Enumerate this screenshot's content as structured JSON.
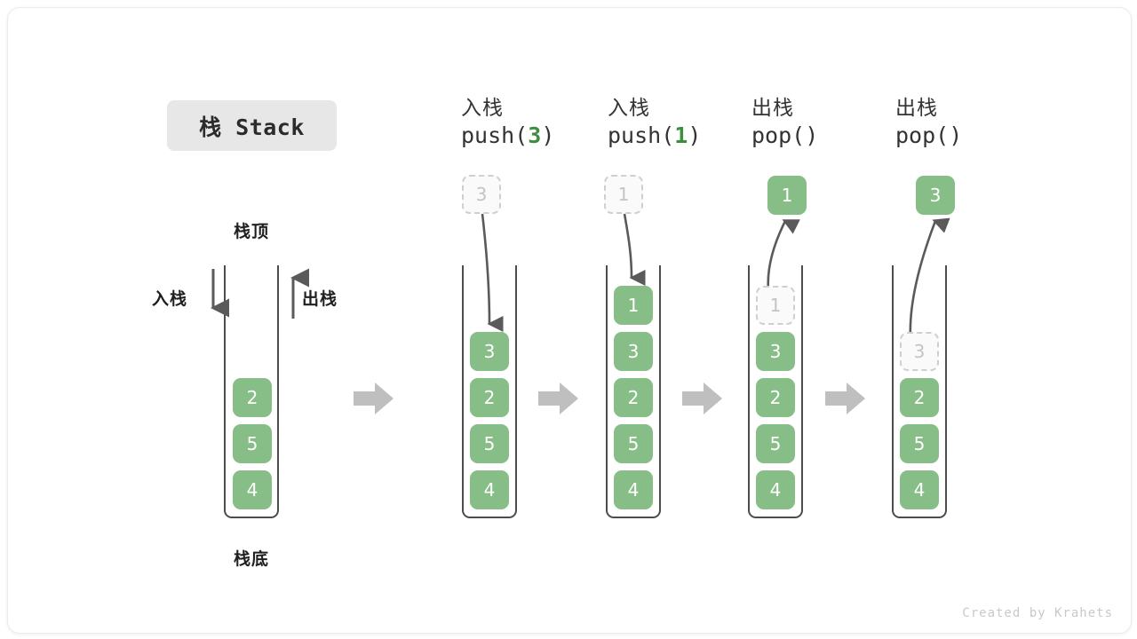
{
  "title": {
    "text": "栈 Stack"
  },
  "colors": {
    "cell_fill": "#87bd87",
    "cell_text": "#ffffff",
    "ghost_fill": "#fafafa",
    "ghost_border": "#cfcfcf",
    "ghost_text": "#c4c4c4",
    "container_line": "#4d4d4d",
    "block_arrow": "#bfbfbf",
    "thin_arrow": "#5a5a5a",
    "badge_bg": "#e7e7e7",
    "accent_green": "#3e8e41",
    "footer_text": "#c9c9c9"
  },
  "legend": {
    "top_label": "栈顶",
    "bottom_label": "栈底",
    "push_label": "入栈",
    "pop_label": "出栈"
  },
  "stages": [
    {
      "id": "initial",
      "header_cn": "",
      "header_code": "",
      "header_code_pre": "",
      "header_code_num": "",
      "header_code_post": "",
      "floating": null,
      "cells": [
        "2",
        "5",
        "4"
      ]
    },
    {
      "id": "push-3",
      "header_cn": "入栈",
      "header_code_pre": "push(",
      "header_code_num": "3",
      "header_code_post": ")",
      "floating": {
        "value": "3",
        "type": "ghost"
      },
      "cells": [
        "3",
        "2",
        "5",
        "4"
      ]
    },
    {
      "id": "push-1",
      "header_cn": "入栈",
      "header_code_pre": "push(",
      "header_code_num": "1",
      "header_code_post": ")",
      "floating": {
        "value": "1",
        "type": "ghost"
      },
      "cells": [
        "1",
        "3",
        "2",
        "5",
        "4"
      ]
    },
    {
      "id": "pop-1",
      "header_cn": "出栈",
      "header_code_pre": "pop(",
      "header_code_num": "",
      "header_code_post": ")",
      "floating": {
        "value": "1",
        "type": "filled"
      },
      "cells": [
        "1",
        "3",
        "2",
        "5",
        "4"
      ],
      "ghost_top_index": 0
    },
    {
      "id": "pop-3",
      "header_cn": "出栈",
      "header_code_pre": "pop(",
      "header_code_num": "",
      "header_code_post": ")",
      "floating": {
        "value": "3",
        "type": "filled"
      },
      "cells": [
        "3",
        "2",
        "5",
        "4"
      ],
      "ghost_top_index": 0
    }
  ],
  "footer": {
    "text": "Created by Krahets"
  }
}
